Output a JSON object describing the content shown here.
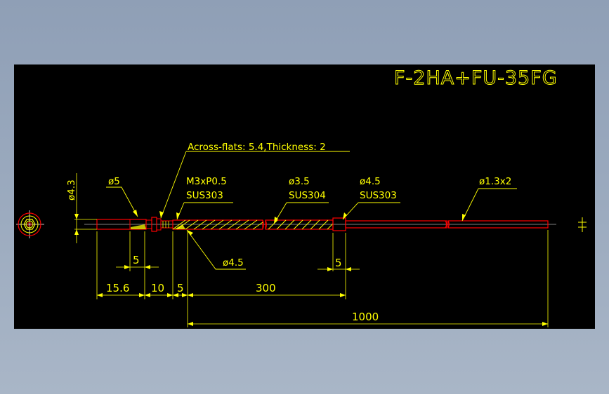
{
  "colors": {
    "background": "#000000",
    "desktop": "#9aaabf",
    "annotation": "#ffff00",
    "outline": "#ff0000",
    "hatch": "#ffff00",
    "centerline": "#ffffff"
  },
  "title": "F-2HA+FU-35FG",
  "labels": {
    "across_flats": "Across-flats: 5.4,Thickness: 2",
    "thread": "M3xP0.5",
    "material_1": "SUS303",
    "dia_35": "ø3.5",
    "material_2": "SUS304",
    "dia_45_top": "ø4.5",
    "material_3": "SUS303",
    "fiber": "ø1.3x2",
    "dia_5": "ø5",
    "dia_43": "ø4.3",
    "dia_45_lead": "ø4.5"
  },
  "dimensions": {
    "small_5_left": "5",
    "small_5_right": "5",
    "d_15_6": "15.6",
    "d_10": "10",
    "d_5": "5",
    "d_300": "300",
    "d_1000": "1000"
  }
}
